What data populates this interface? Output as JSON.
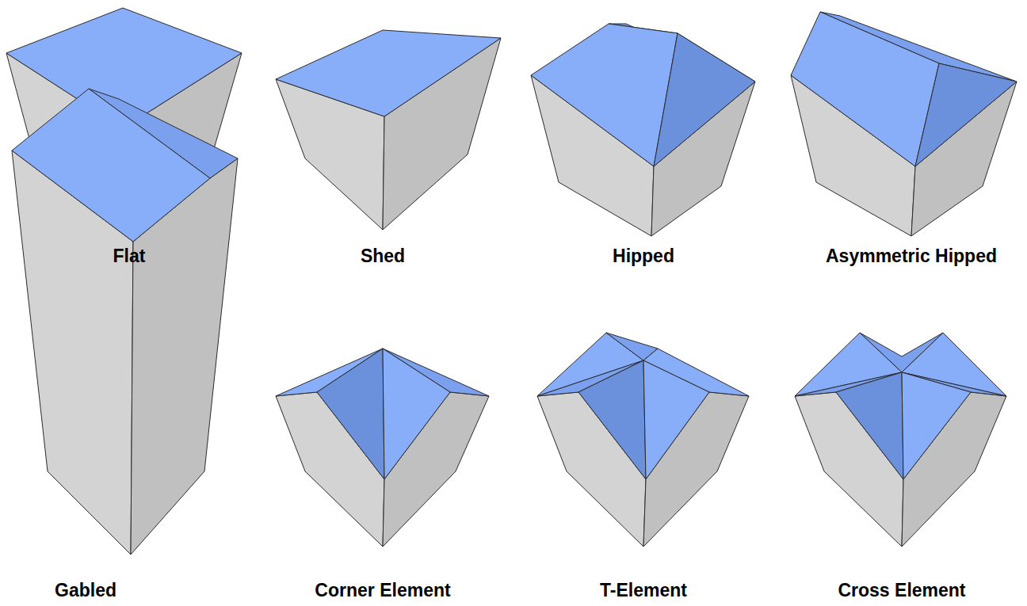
{
  "diagram": {
    "labels": [
      "Flat",
      "Shed",
      "Hipped",
      "Asymmetric Hipped",
      "Gabled",
      "Corner Element",
      "T-Element",
      "Cross Element"
    ]
  }
}
